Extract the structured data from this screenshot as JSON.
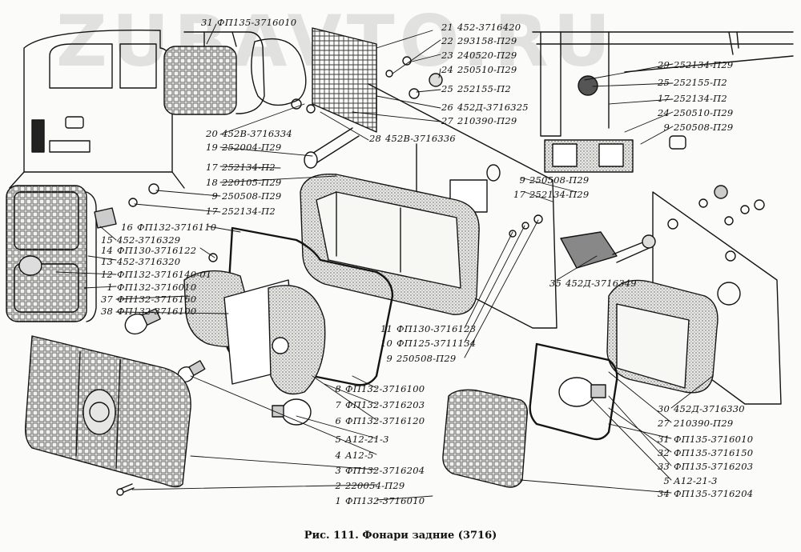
{
  "watermark": "ZUBAVTO.RU",
  "caption": "Рис. 111. Фонари задние (3716)",
  "colors": {
    "ink": "#141414",
    "paper": "#fbfbf9",
    "hatch": "#3a3a3a"
  },
  "callouts": [
    {
      "num": "31",
      "code": "ФП135-3716010"
    },
    {
      "num": "21",
      "code": "452-3716420"
    },
    {
      "num": "22",
      "code": "293158-П29"
    },
    {
      "num": "23",
      "code": "240520-П29"
    },
    {
      "num": "24",
      "code": "250510-П29"
    },
    {
      "num": "25",
      "code": "252155-П2"
    },
    {
      "num": "26",
      "code": "452Д-3716325"
    },
    {
      "num": "27",
      "code": "210390-П29"
    },
    {
      "num": "28",
      "code": "452В-3716336"
    },
    {
      "num": "20",
      "code": "452В-3716334"
    },
    {
      "num": "19",
      "code": "252004-П29"
    },
    {
      "num": "17",
      "code": "252134-П2"
    },
    {
      "num": "18",
      "code": "220105-П29"
    },
    {
      "num": "9",
      "code": "250508-П29"
    },
    {
      "num": "17",
      "code": "252134-П2"
    },
    {
      "num": "16",
      "code": "ФП132-3716110"
    },
    {
      "num": "15",
      "code": "452-3716329"
    },
    {
      "num": "14",
      "code": "ФП130-3716122"
    },
    {
      "num": "13",
      "code": "452-3716320"
    },
    {
      "num": "12",
      "code": "ФП132-3716140-01"
    },
    {
      "num": "1",
      "code": "ФП132-3716010"
    },
    {
      "num": "37",
      "code": "ФП132-3716160"
    },
    {
      "num": "38",
      "code": "ФП132-3716100"
    },
    {
      "num": "29",
      "code": "252134-П29"
    },
    {
      "num": "25",
      "code": "252155-П2"
    },
    {
      "num": "17",
      "code": "252134-П2"
    },
    {
      "num": "24",
      "code": "250510-П29"
    },
    {
      "num": "9",
      "code": "250508-П29"
    },
    {
      "num": "9",
      "code": "250508-П29"
    },
    {
      "num": "17",
      "code": "252134-П29"
    },
    {
      "num": "35",
      "code": "452Д-3716349"
    },
    {
      "num": "11",
      "code": "ФП130-3716123"
    },
    {
      "num": "10",
      "code": "ФП125-3711134"
    },
    {
      "num": "9",
      "code": "250508-П29"
    },
    {
      "num": "8",
      "code": "ФП132-3716100"
    },
    {
      "num": "7",
      "code": "ФП132-3716203"
    },
    {
      "num": "6",
      "code": "ФП132-3716120"
    },
    {
      "num": "5",
      "code": "А12-21-3"
    },
    {
      "num": "4",
      "code": "А12-5"
    },
    {
      "num": "3",
      "code": "ФП132-3716204"
    },
    {
      "num": "2",
      "code": "220054-П29"
    },
    {
      "num": "1",
      "code": "ФП132-3716010"
    },
    {
      "num": "30",
      "code": "452Д-3716330"
    },
    {
      "num": "27",
      "code": "210390-П29"
    },
    {
      "num": "31",
      "code": "ФП135-3716010"
    },
    {
      "num": "32",
      "code": "ФП135-3716150"
    },
    {
      "num": "33",
      "code": "ФП135-3716203"
    },
    {
      "num": "5",
      "code": "А12-21-3"
    },
    {
      "num": "34",
      "code": "ФП135-3716204"
    }
  ]
}
